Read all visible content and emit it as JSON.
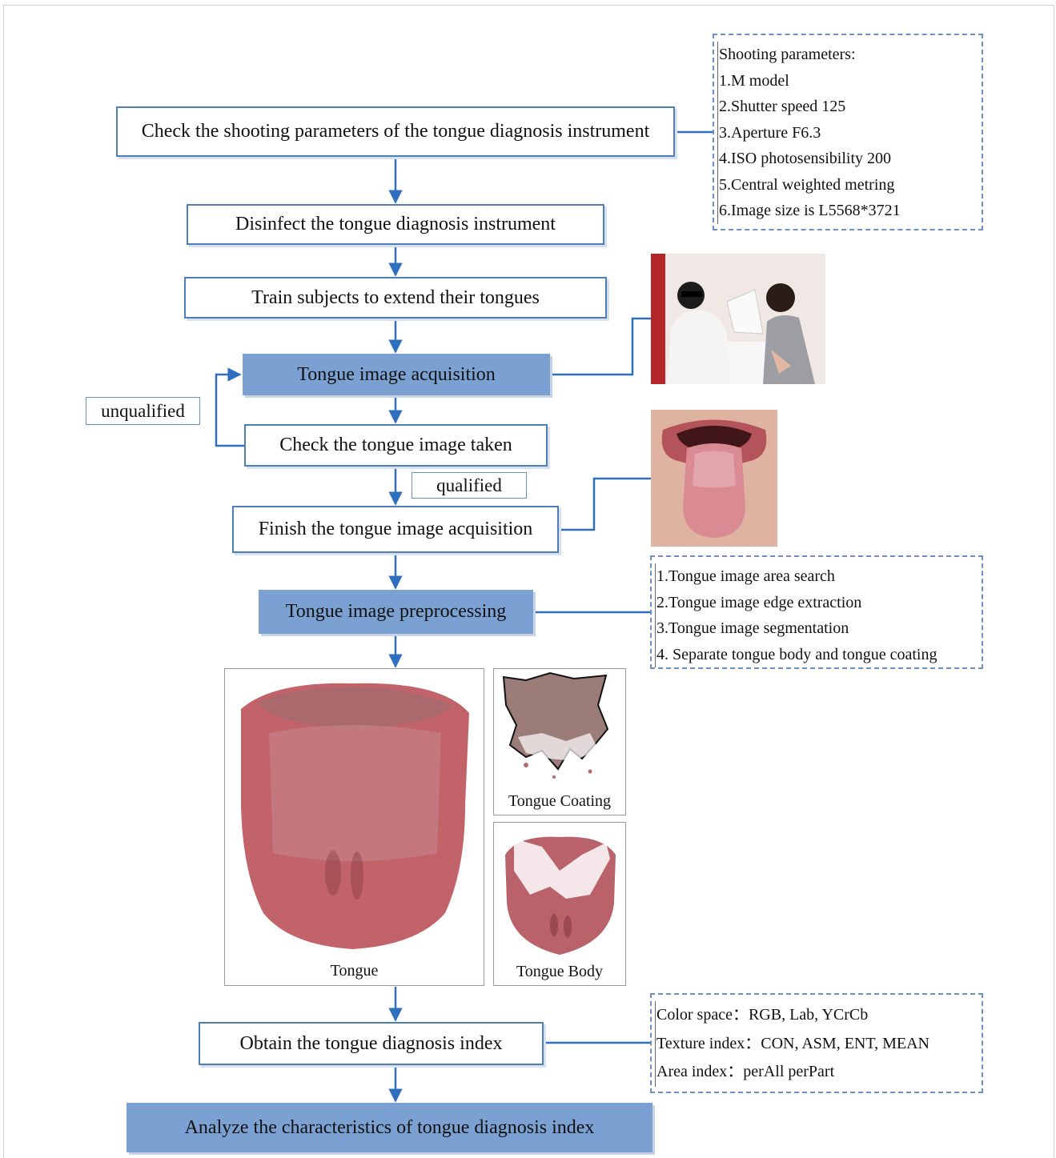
{
  "steps": {
    "check_params": "Check the shooting parameters of the tongue diagnosis instrument",
    "disinfect": "Disinfect the tongue diagnosis instrument",
    "train": "Train subjects to extend their tongues",
    "acquisition": "Tongue image acquisition",
    "check_image": "Check the tongue image taken",
    "finish": "Finish the tongue image acquisition",
    "preprocessing": "Tongue image preprocessing",
    "obtain_index": "Obtain the tongue diagnosis index",
    "analyze": "Analyze the characteristics of tongue diagnosis index"
  },
  "labels": {
    "unqualified": "unqualified",
    "qualified": "qualified"
  },
  "shooting_parameters": {
    "title": "Shooting parameters:",
    "items": [
      "1.M model",
      "2.Shutter speed 125",
      "3.Aperture F6.3",
      "4.ISO photosensibility 200",
      "5.Central weighted metring",
      "6.Image size is  L5568*3721"
    ]
  },
  "preprocessing_steps": [
    "1.Tongue image area search",
    "2.Tongue image edge extraction",
    "3.Tongue image segmentation",
    "4. Separate tongue body and tongue coating"
  ],
  "index_details": [
    "Color space：RGB, Lab, YCrCb",
    "Texture index：CON, ASM, ENT, MEAN",
    "Area index：perAll perPart"
  ],
  "image_captions": {
    "tongue": "Tongue",
    "coating": "Tongue Coating",
    "body": "Tongue Body"
  },
  "colors": {
    "box_border": "#4d7dbd",
    "box_fill": "#7aa1d2",
    "arrow": "#2f6fc0",
    "tongue": "#c2636a"
  }
}
